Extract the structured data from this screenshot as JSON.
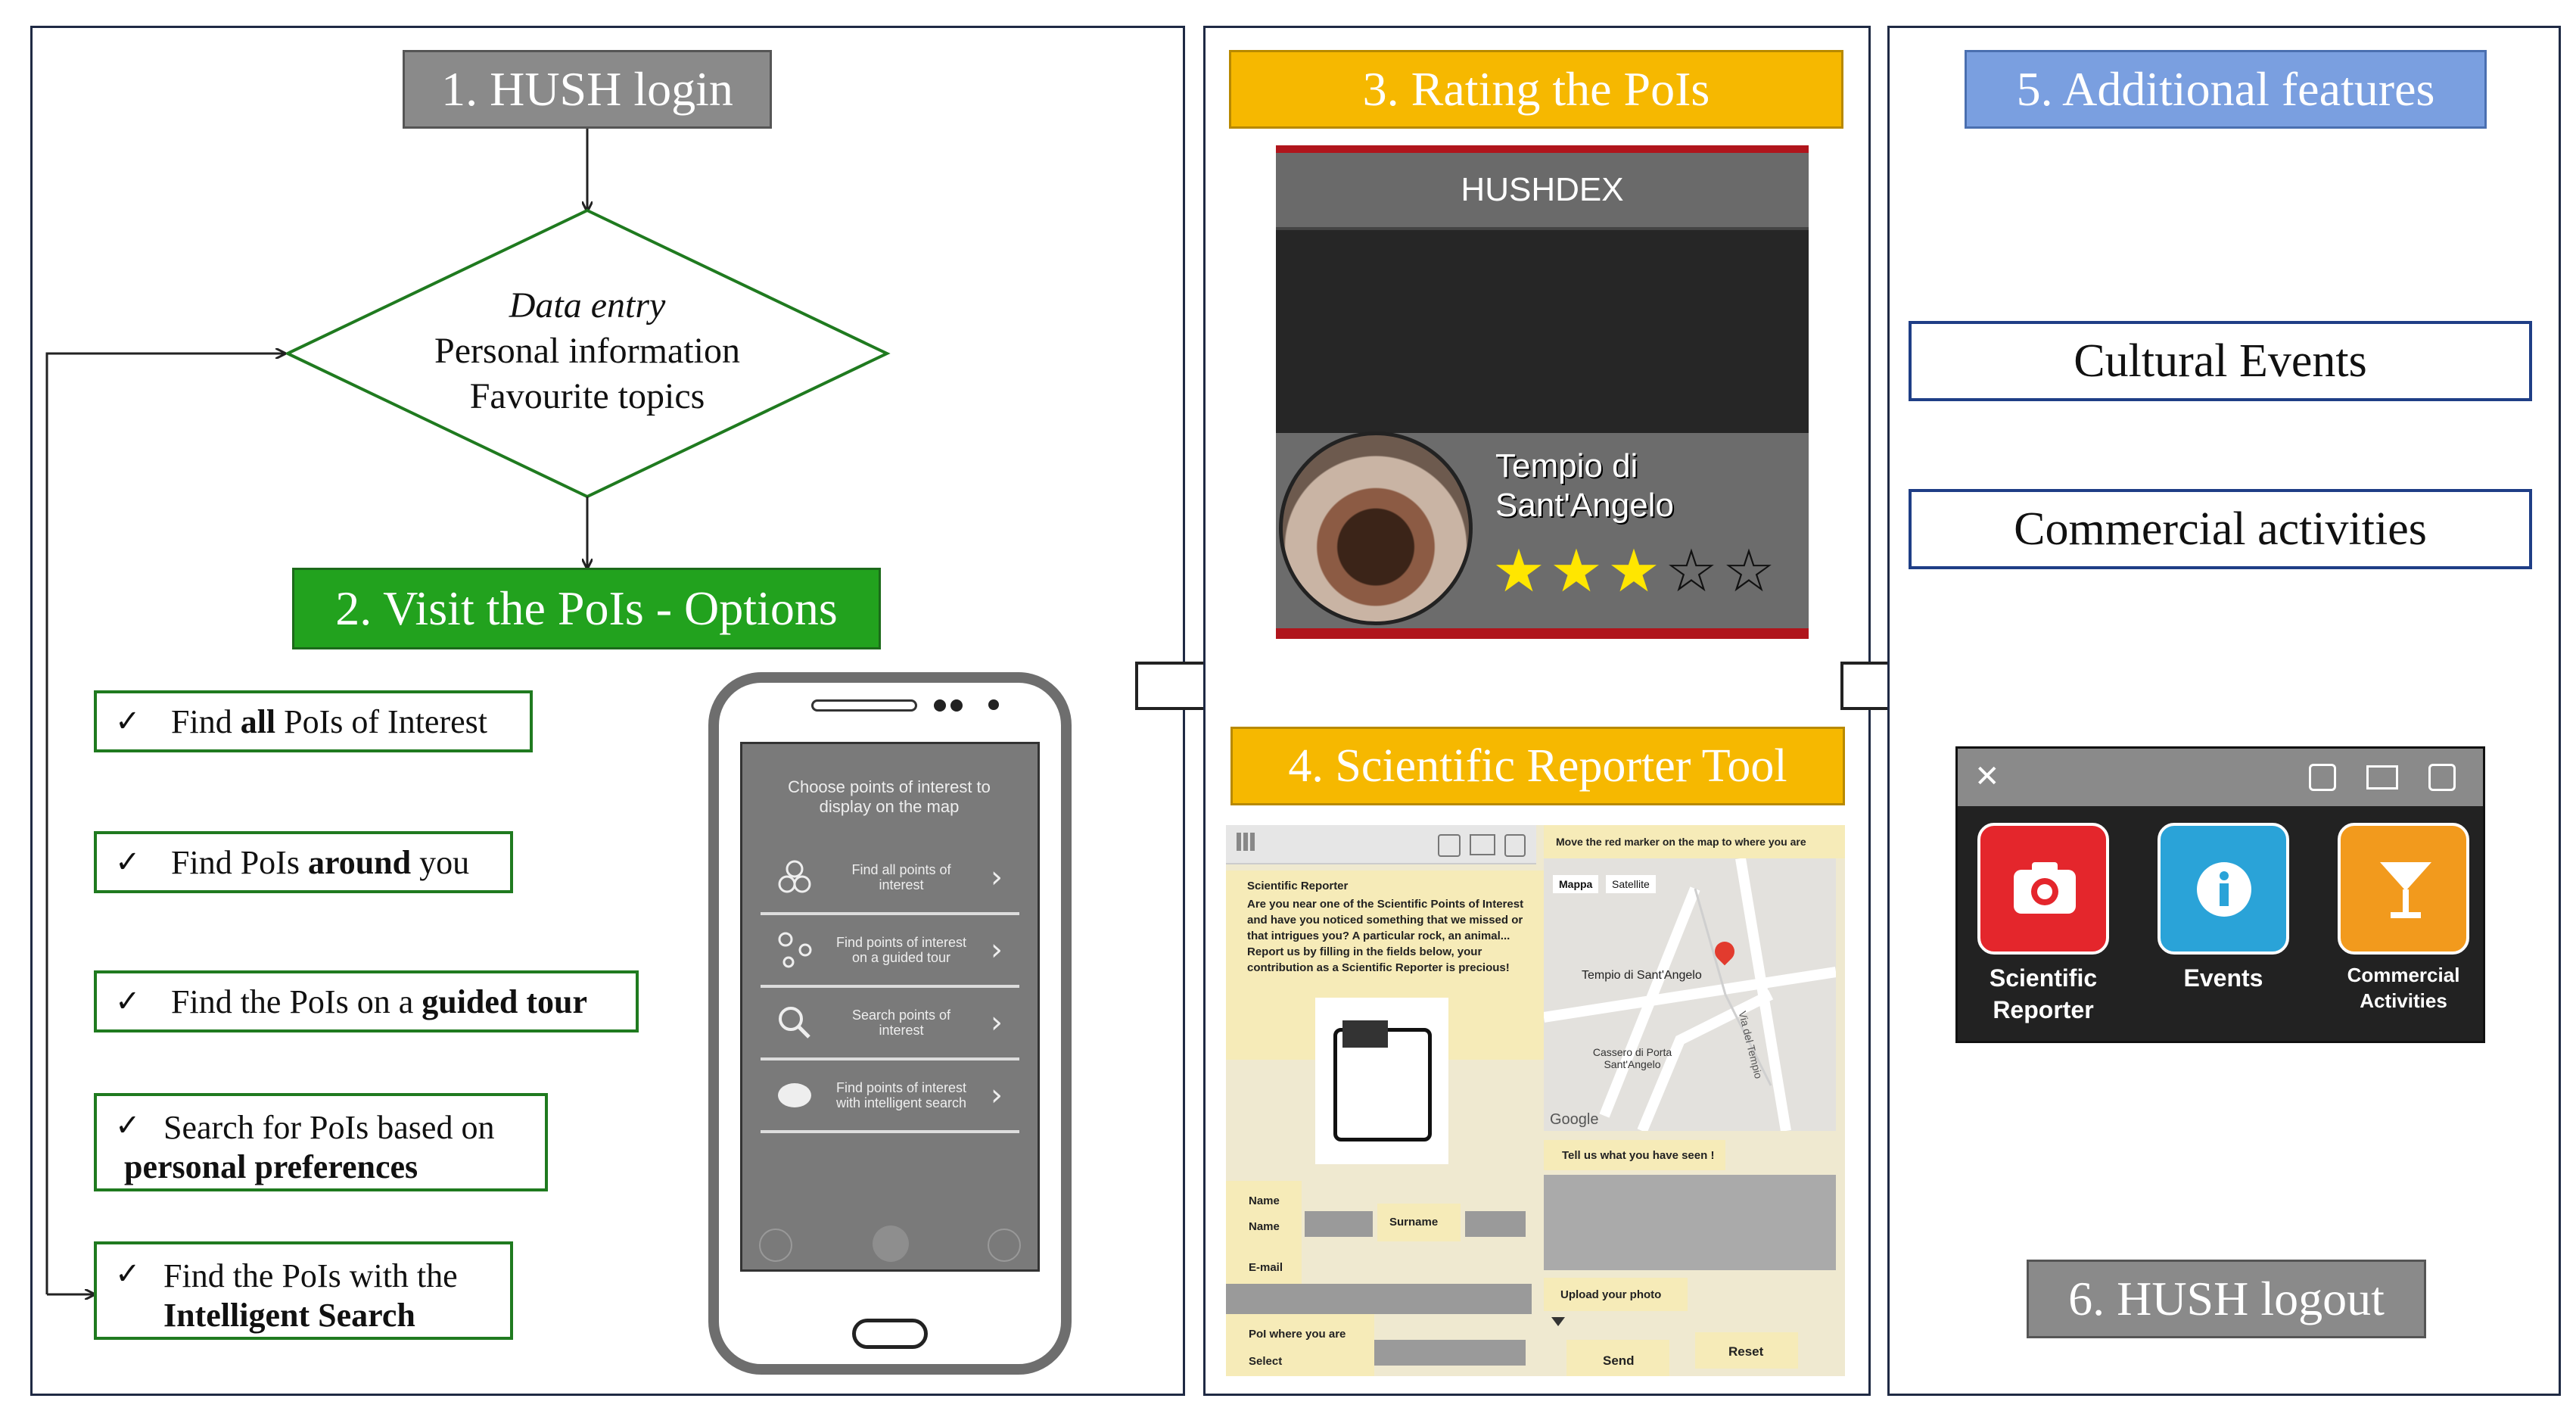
{
  "panel1": {
    "step1": "1. HUSH login",
    "diamond": {
      "line1": "Data entry",
      "line2": "Personal information",
      "line3": "Favourite topics"
    },
    "step2": "2. Visit the PoIs - Options",
    "options": [
      {
        "pre": "Find ",
        "bold": "all",
        "post": " PoIs of Interest"
      },
      {
        "pre": "Find PoIs ",
        "bold": "around",
        "post": " you"
      },
      {
        "pre": "Find the PoIs on a ",
        "bold": "guided tour",
        "post": ""
      },
      {
        "line1": "Search for PoIs based on",
        "bold2": "personal preferences"
      },
      {
        "line1": "Find the PoIs with the",
        "bold2": "Intelligent Search"
      }
    ],
    "check": "✓",
    "phone": {
      "header": "Choose points of interest to display on the map",
      "rows": [
        "Find all points of interest",
        "Find points of interest on a guided tour",
        "Search points of interest",
        "Find points of interest with intelligent search"
      ]
    }
  },
  "panel2": {
    "step3": "3. Rating the PoIs",
    "hushdex": {
      "title": "HUSHDEX",
      "poi_name": "Tempio di Sant'Angelo",
      "rating": 3,
      "max_rating": 5
    },
    "step4": "4. Scientific Reporter Tool",
    "reporter": {
      "map_hint": "Move the red marker on the map to where you are",
      "map_tab1": "Mappa",
      "map_tab2": "Satellite",
      "place1": "Tempio di Sant'Angelo",
      "place2": "Cassero di Porta Sant'Angelo",
      "street": "Via del Tempio",
      "map_brand": "Google",
      "title": "Scientific Reporter",
      "body": "Are you near one of the Scientific Points of Interest and have you noticed something that we missed or that intrigues you? A particular rock, an animal... Report us by filling in the fields below, your contribution as a Scientific Reporter is precious!",
      "name_label": "Name",
      "name_label2": "Name",
      "surname_label": "Surname",
      "email_label": "E-mail",
      "poi_label": "PoI where you are",
      "select_label": "Select",
      "tell_label": "Tell us what you have seen !",
      "upload_label": "Upload your photo",
      "send_label": "Send",
      "reset_label": "Reset"
    }
  },
  "panel3": {
    "step5": "5.  Additional features",
    "features": [
      "Cultural Events",
      "Commercial activities"
    ],
    "app": {
      "close": "✕",
      "items": [
        {
          "label": "Scientific Reporter",
          "color": "#e4262c"
        },
        {
          "label": "Events",
          "color": "#2aa3d8"
        },
        {
          "label": "Commercial Activities",
          "color": "#f29a1d"
        }
      ]
    },
    "step6": "6. HUSH logout"
  }
}
